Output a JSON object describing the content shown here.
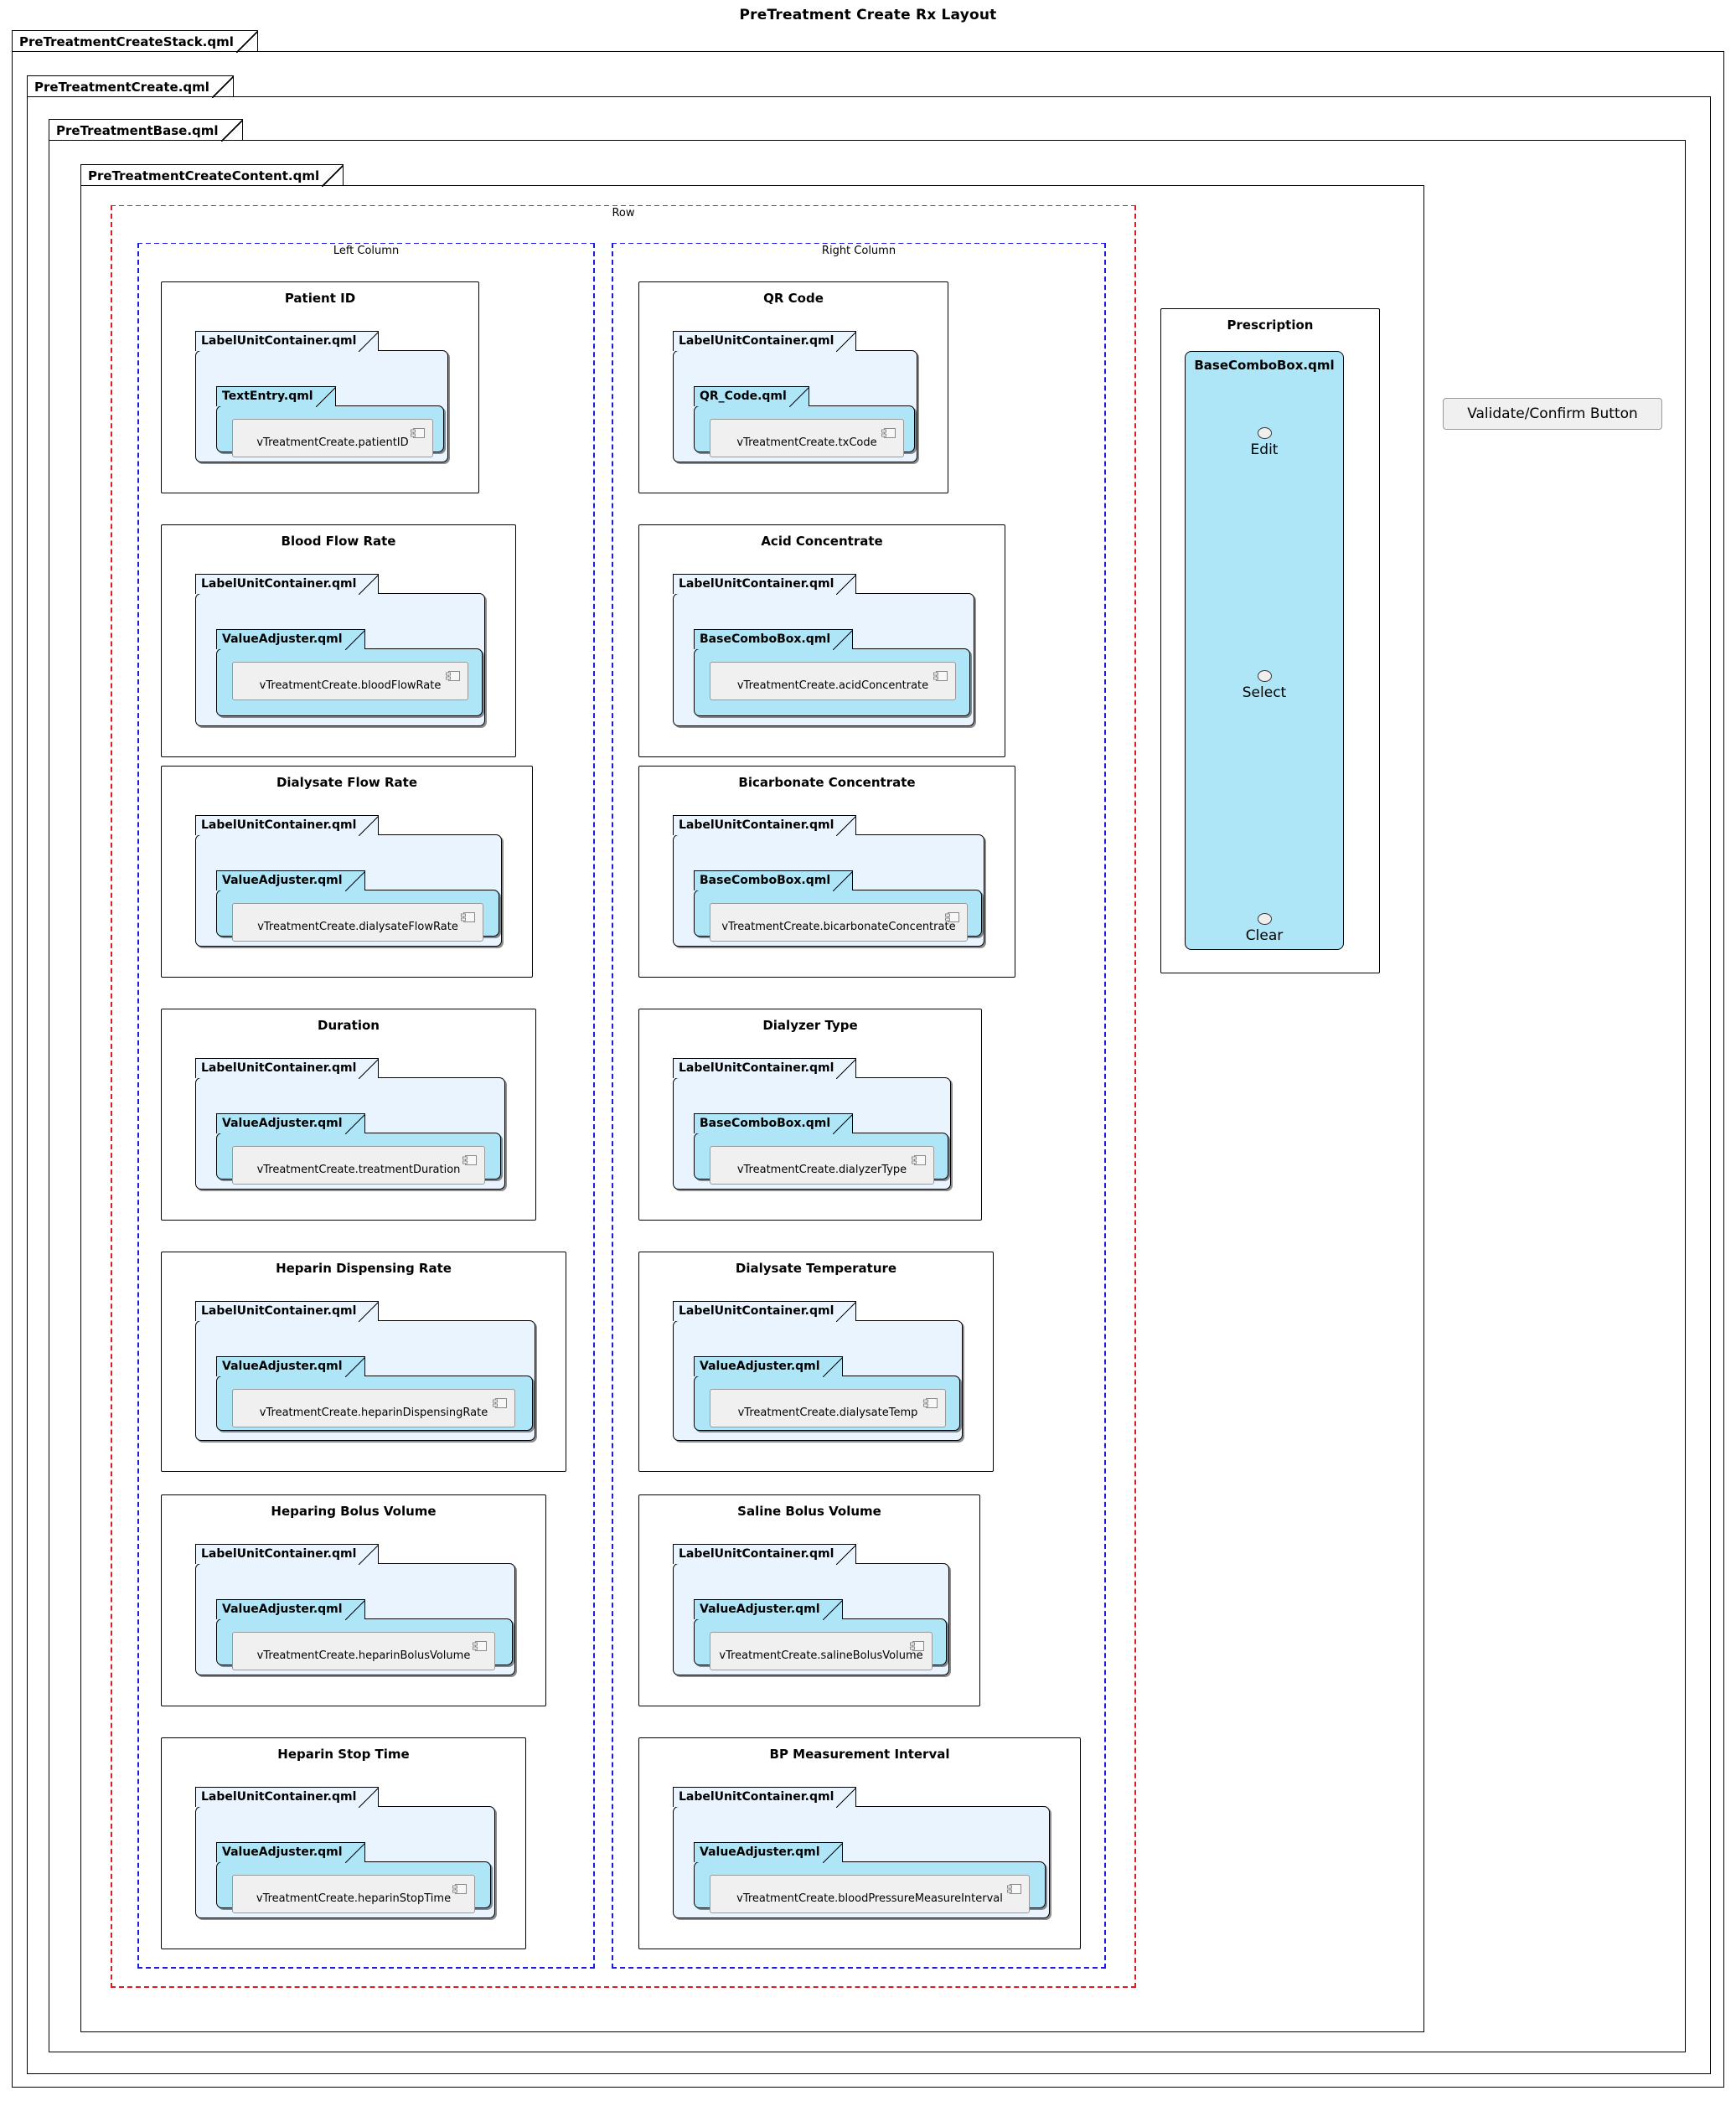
{
  "title": "PreTreatment Create Rx Layout",
  "frames": [
    {
      "name": "PreTreatmentCreateStack.qml"
    },
    {
      "name": "PreTreatmentCreate.qml"
    },
    {
      "name": "PreTreatmentBase.qml"
    },
    {
      "name": "PreTreatmentCreateContent.qml"
    }
  ],
  "groups": {
    "row": "Row",
    "left_column": "Left Column",
    "right_column": "Right Column"
  },
  "container_label": "LabelUnitContainer.qml",
  "component_icon": "uml-component-icon",
  "left_column_cards": [
    {
      "title": "Patient ID",
      "inner": "TextEntry.qml",
      "component": "vTreatmentCreate.patientID"
    },
    {
      "title": "Blood Flow Rate",
      "inner": "ValueAdjuster.qml",
      "component": "vTreatmentCreate.bloodFlowRate"
    },
    {
      "title": "Dialysate Flow Rate",
      "inner": "ValueAdjuster.qml",
      "component": "vTreatmentCreate.dialysateFlowRate"
    },
    {
      "title": "Duration",
      "inner": "ValueAdjuster.qml",
      "component": "vTreatmentCreate.treatmentDuration"
    },
    {
      "title": "Heparin Dispensing Rate",
      "inner": "ValueAdjuster.qml",
      "component": "vTreatmentCreate.heparinDispensingRate"
    },
    {
      "title": "Heparing Bolus Volume",
      "inner": "ValueAdjuster.qml",
      "component": "vTreatmentCreate.heparinBolusVolume"
    },
    {
      "title": "Heparin Stop Time",
      "inner": "ValueAdjuster.qml",
      "component": "vTreatmentCreate.heparinStopTime"
    }
  ],
  "right_column_cards": [
    {
      "title": "QR Code",
      "inner": "QR_Code.qml",
      "component": "vTreatmentCreate.txCode"
    },
    {
      "title": "Acid Concentrate",
      "inner": "BaseComboBox.qml",
      "component": "vTreatmentCreate.acidConcentrate"
    },
    {
      "title": "Bicarbonate Concentrate",
      "inner": "BaseComboBox.qml",
      "component": "vTreatmentCreate.bicarbonateConcentrate"
    },
    {
      "title": "Dialyzer Type",
      "inner": "BaseComboBox.qml",
      "component": "vTreatmentCreate.dialyzerType"
    },
    {
      "title": "Dialysate Temperature",
      "inner": "ValueAdjuster.qml",
      "component": "vTreatmentCreate.dialysateTemp"
    },
    {
      "title": "Saline Bolus Volume",
      "inner": "ValueAdjuster.qml",
      "component": "vTreatmentCreate.salineBolusVolume"
    },
    {
      "title": "BP Measurement Interval",
      "inner": "ValueAdjuster.qml",
      "component": "vTreatmentCreate.bloodPressureMeasureInterval"
    }
  ],
  "prescription": {
    "title": "Prescription",
    "combo_title": "BaseComboBox.qml",
    "items": [
      "Edit",
      "Select",
      "Clear"
    ]
  },
  "validate_button": "Validate/Confirm Button",
  "colors": {
    "row_border": "#e01b24",
    "column_border": "#1a1ae0",
    "container_fill": "#eaf4fe",
    "inner_fill": "#aee6f7",
    "component_fill": "#f0f0f0"
  }
}
